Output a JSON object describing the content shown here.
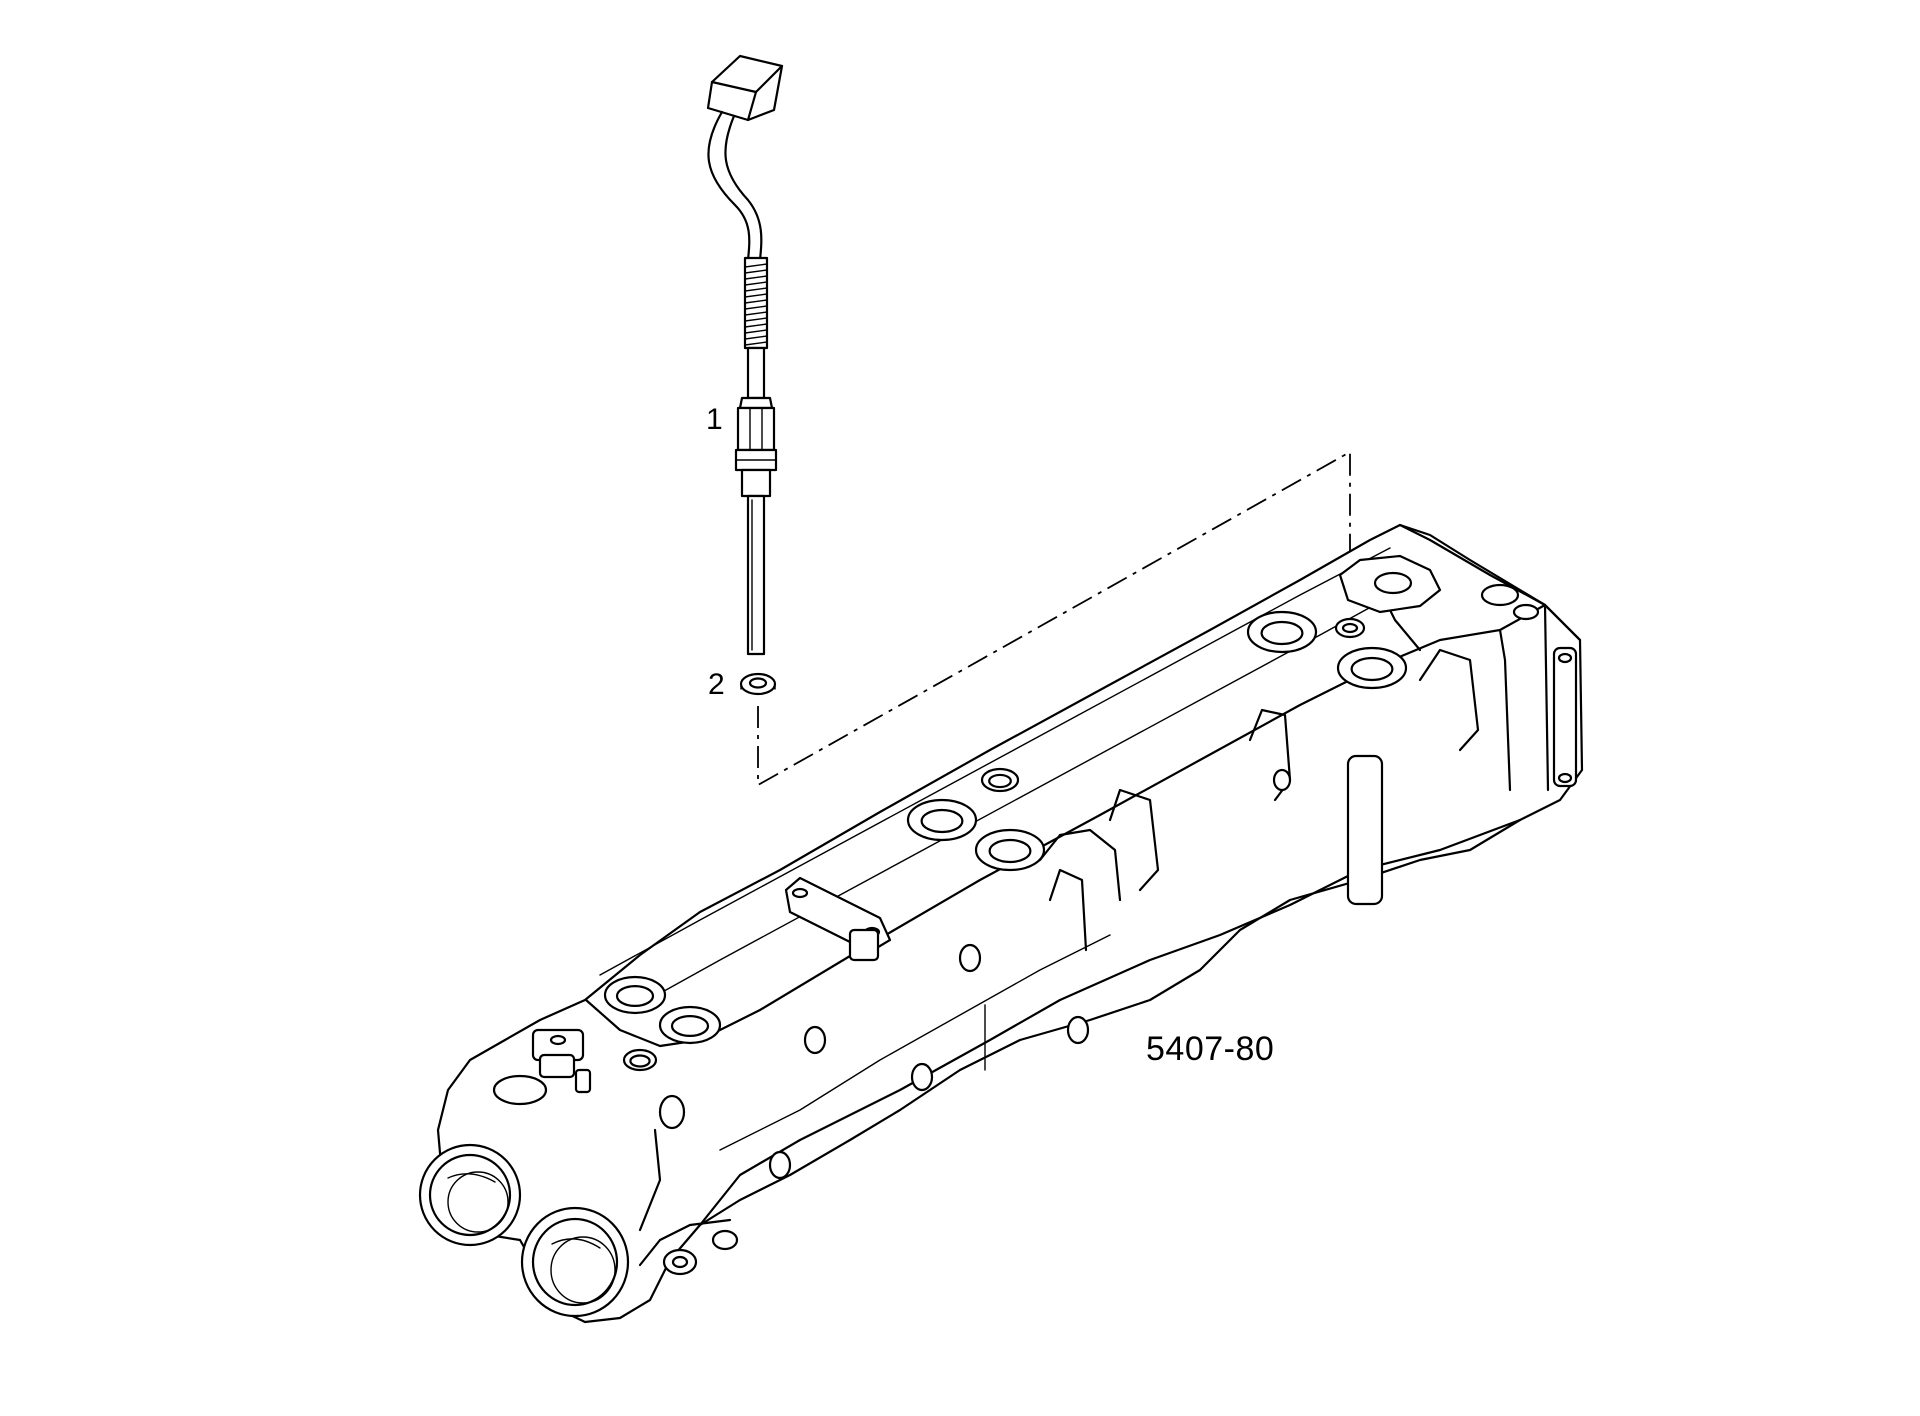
{
  "diagram": {
    "figure_code": "5407-80",
    "callouts": [
      {
        "id": "1",
        "label": "1",
        "part": "sensor-probe"
      },
      {
        "id": "2",
        "label": "2",
        "part": "sealing-washer"
      }
    ],
    "colors": {
      "line": "#000000",
      "background": "#ffffff"
    }
  }
}
